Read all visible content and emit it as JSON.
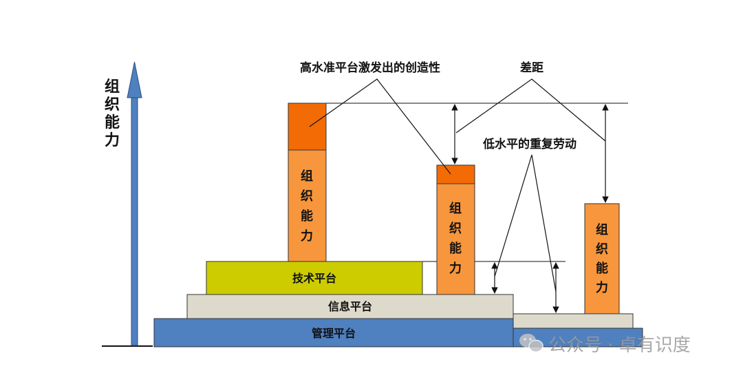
{
  "axis": {
    "label_chars": [
      "组",
      "织",
      "能",
      "力"
    ]
  },
  "platforms": {
    "tech": "技术平台",
    "info": "信息平台",
    "mgmt": "管理平台"
  },
  "bar_label_chars": [
    "组",
    "织",
    "能",
    "力"
  ],
  "annotations": {
    "creativity": "高水准平台激发出的创造性",
    "gap": "差距",
    "repetitive": "低水平的重复劳动"
  },
  "watermark": {
    "text": "公众号 · 卓有识度"
  },
  "colors": {
    "bar_orange": "#f7963c",
    "creative_top": "#f36b05",
    "tech_platform": "#cccc00",
    "info_platform": "#dedacb",
    "mgmt_platform": "#4f80bf",
    "axis_arrow": "#4f80bf"
  }
}
